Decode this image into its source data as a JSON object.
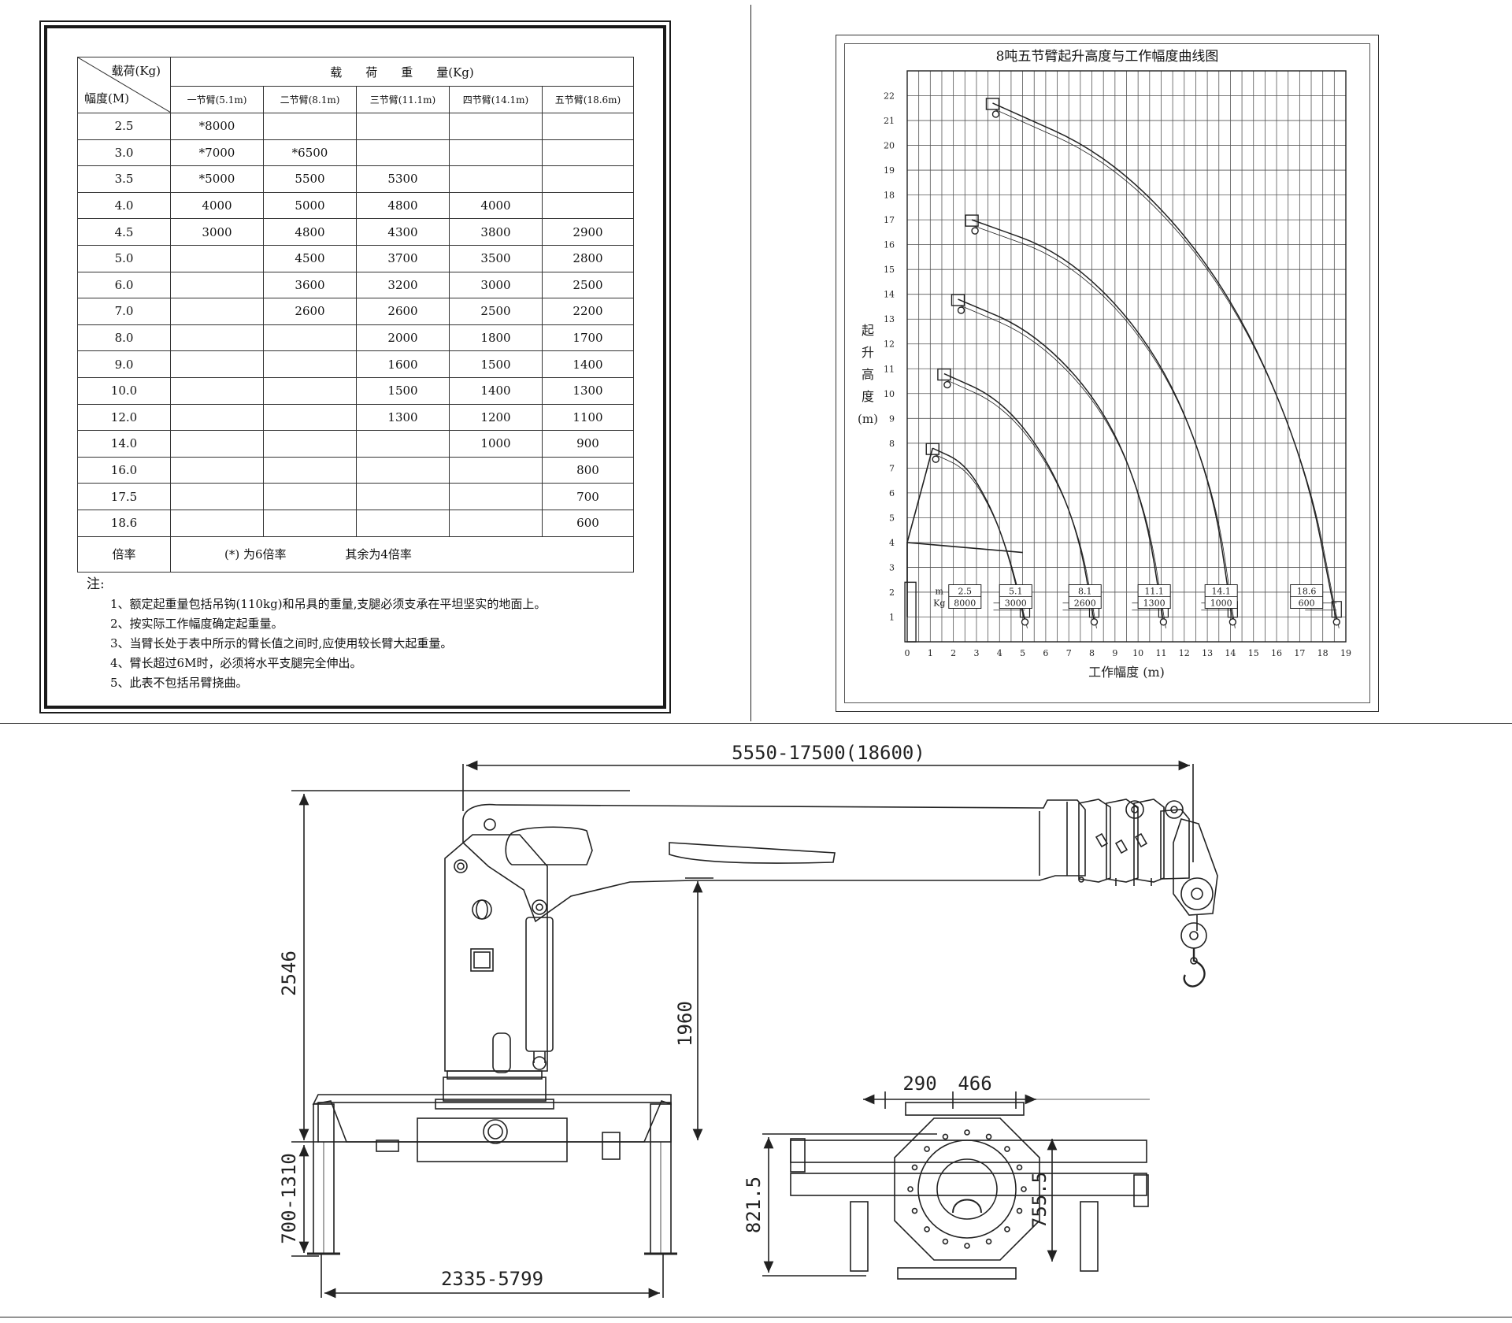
{
  "load_table": {
    "corner_top": "载荷(Kg)",
    "corner_bottom": "幅度(M)",
    "header_main": "载　　荷　　重　　量(Kg)",
    "columns": [
      "一节臂(5.1m)",
      "二节臂(8.1m)",
      "三节臂(11.1m)",
      "四节臂(14.1m)",
      "五节臂(18.6m)"
    ],
    "rows": [
      {
        "radius": "2.5",
        "values": [
          "*8000",
          "",
          "",
          "",
          ""
        ]
      },
      {
        "radius": "3.0",
        "values": [
          "*7000",
          "*6500",
          "",
          "",
          ""
        ]
      },
      {
        "radius": "3.5",
        "values": [
          "*5000",
          "5500",
          "5300",
          "",
          ""
        ]
      },
      {
        "radius": "4.0",
        "values": [
          "4000",
          "5000",
          "4800",
          "4000",
          ""
        ]
      },
      {
        "radius": "4.5",
        "values": [
          "3000",
          "4800",
          "4300",
          "3800",
          "2900"
        ]
      },
      {
        "radius": "5.0",
        "values": [
          "",
          "4500",
          "3700",
          "3500",
          "2800"
        ]
      },
      {
        "radius": "6.0",
        "values": [
          "",
          "3600",
          "3200",
          "3000",
          "2500"
        ]
      },
      {
        "radius": "7.0",
        "values": [
          "",
          "2600",
          "2600",
          "2500",
          "2200"
        ]
      },
      {
        "radius": "8.0",
        "values": [
          "",
          "",
          "2000",
          "1800",
          "1700"
        ]
      },
      {
        "radius": "9.0",
        "values": [
          "",
          "",
          "1600",
          "1500",
          "1400"
        ]
      },
      {
        "radius": "10.0",
        "values": [
          "",
          "",
          "1500",
          "1400",
          "1300"
        ]
      },
      {
        "radius": "12.0",
        "values": [
          "",
          "",
          "1300",
          "1200",
          "1100"
        ]
      },
      {
        "radius": "14.0",
        "values": [
          "",
          "",
          "",
          "1000",
          "900"
        ]
      },
      {
        "radius": "16.0",
        "values": [
          "",
          "",
          "",
          "",
          "800"
        ]
      },
      {
        "radius": "17.5",
        "values": [
          "",
          "",
          "",
          "",
          "700"
        ]
      },
      {
        "radius": "18.6",
        "values": [
          "",
          "",
          "",
          "",
          "600"
        ]
      }
    ],
    "ratio_label": "倍率",
    "ratio_note_a": "(*) 为6倍率",
    "ratio_note_b": "其余为4倍率"
  },
  "notes": {
    "title": "注:",
    "items": [
      "1、额定起重量包括吊钩(110kg)和吊具的重量,支腿必须支承在平坦坚实的地面上。",
      "2、按实际工作幅度确定起重量。",
      "3、当臂长处于表中所示的臂长值之间时,应使用较长臂大起重量。",
      "4、臂长超过6M时，必须将水平支腿完全伸出。",
      "5、此表不包括吊臂挠曲。"
    ]
  },
  "chart_data": {
    "type": "line",
    "title": "8吨五节臂起升高度与工作幅度曲线图",
    "xlabel": "工作幅度 (m)",
    "ylabel": "起升高度(m)",
    "xlim": [
      0,
      19
    ],
    "ylim": [
      0,
      23
    ],
    "x_ticks": [
      "0",
      "1",
      "2",
      "3",
      "4",
      "5",
      "6",
      "7",
      "8",
      "9",
      "10",
      "11",
      "12",
      "13",
      "14",
      "15",
      "16",
      "17",
      "18",
      "19"
    ],
    "y_ticks": [
      "1",
      "2",
      "3",
      "4",
      "5",
      "6",
      "7",
      "8",
      "9",
      "10",
      "11",
      "12",
      "13",
      "14",
      "15",
      "16",
      "17",
      "18",
      "19",
      "20",
      "21",
      "22"
    ],
    "grid": true,
    "series": [
      {
        "boom": "5.1",
        "tip": [
          1.1,
          7.8
        ],
        "end": [
          5.1,
          0.8
        ],
        "points": [
          [
            1.1,
            7.8
          ],
          [
            2.5,
            7.2
          ],
          [
            3.6,
            5.5
          ],
          [
            4.4,
            3.5
          ],
          [
            5.1,
            0.8
          ]
        ]
      },
      {
        "boom": "8.1",
        "tip": [
          1.6,
          10.8
        ],
        "end": [
          8.1,
          0.8
        ],
        "points": [
          [
            1.6,
            10.8
          ],
          [
            4.0,
            9.8
          ],
          [
            6.0,
            7.5
          ],
          [
            7.4,
            4.5
          ],
          [
            8.1,
            0.8
          ]
        ]
      },
      {
        "boom": "11.1",
        "tip": [
          2.2,
          13.8
        ],
        "end": [
          11.1,
          0.8
        ],
        "points": [
          [
            2.2,
            13.8
          ],
          [
            5.5,
            12.5
          ],
          [
            8.5,
            9.5
          ],
          [
            10.3,
            5.5
          ],
          [
            11.1,
            0.8
          ]
        ]
      },
      {
        "boom": "14.1",
        "tip": [
          2.8,
          17.0
        ],
        "end": [
          14.1,
          0.8
        ],
        "points": [
          [
            2.8,
            17.0
          ],
          [
            7.0,
            15.6
          ],
          [
            10.8,
            11.8
          ],
          [
            13.2,
            6.5
          ],
          [
            14.1,
            0.8
          ]
        ]
      },
      {
        "boom": "18.6",
        "tip": [
          3.7,
          21.7
        ],
        "end": [
          18.6,
          0.8
        ],
        "points": [
          [
            3.7,
            21.7
          ],
          [
            9.0,
            19.5
          ],
          [
            13.8,
            14.5
          ],
          [
            17.2,
            7.5
          ],
          [
            18.6,
            0.8
          ]
        ]
      }
    ],
    "tip_tables": [
      {
        "m": "2.5",
        "kg": "8000",
        "m_label": "m",
        "kg_label": "Kg"
      },
      {
        "m": "5.1",
        "kg": "3000"
      },
      {
        "m": "8.1",
        "kg": "2600"
      },
      {
        "m": "11.1",
        "kg": "1300"
      },
      {
        "m": "14.1",
        "kg": "1000"
      },
      {
        "m": "18.6",
        "kg": "600"
      }
    ]
  },
  "drawing": {
    "dim_boom": "5550-17500(18600)",
    "dim_total_height": "2546",
    "dim_pivot_height": "1960",
    "dim_leg": "700-1310",
    "dim_outrigger": "2335-5799",
    "dim_290": "290",
    "dim_466": "466",
    "dim_821": "821.5",
    "dim_755": "755.5"
  }
}
